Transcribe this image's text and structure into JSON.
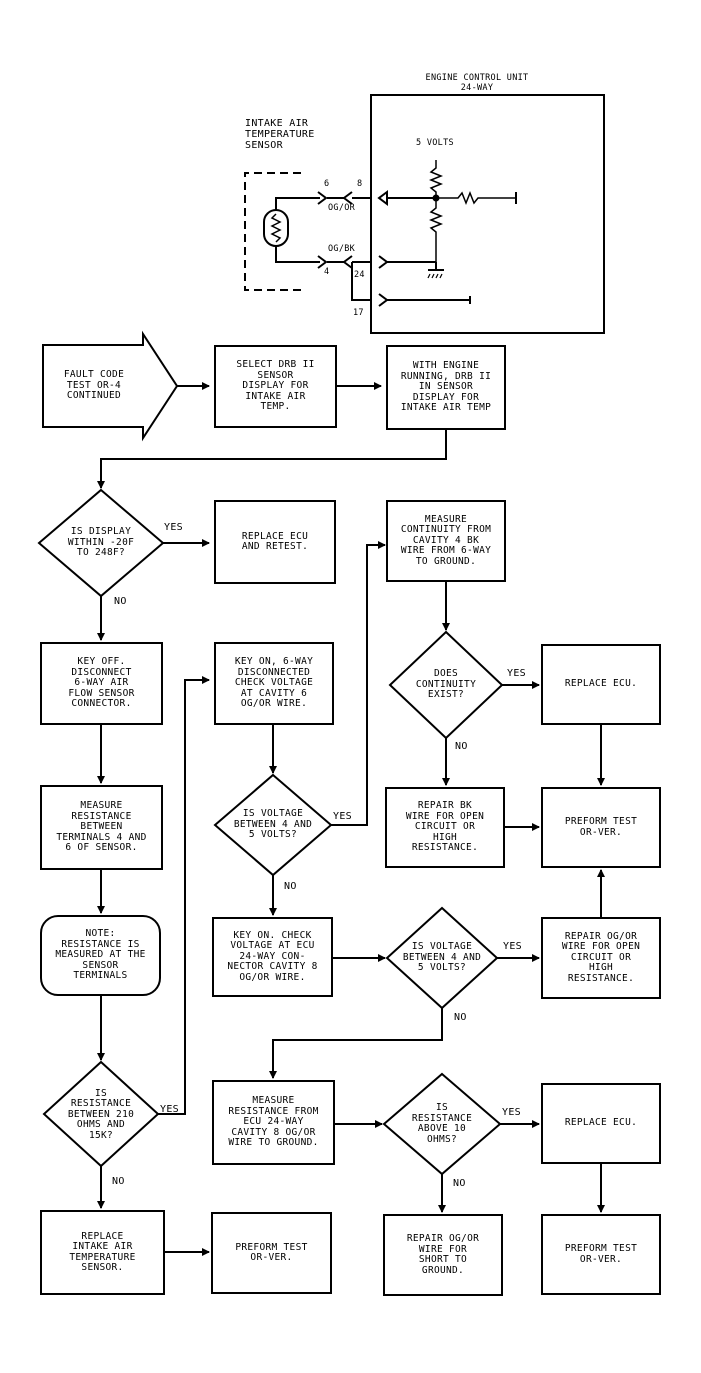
{
  "schematic": {
    "ecu_title": "ENGINE CONTROL UNIT",
    "ecu_subtitle": "24-WAY",
    "sensor_label": "INTAKE AIR\nTEMPERATURE\nSENSOR",
    "volts_label": "5 VOLTS",
    "pin_6": "6",
    "pin_4": "4",
    "pin_8": "8",
    "pin_24": "24",
    "pin_17": "17",
    "wire_og_or": "OG/OR",
    "wire_og_bk": "OG/BK"
  },
  "flow": {
    "start": "FAULT CODE\nTEST OR-4\nCONTINUED",
    "select_drb": "SELECT DRB II\nSENSOR\nDISPLAY FOR\nINTAKE AIR\nTEMP.",
    "engine_running": "WITH ENGINE\nRUNNING, DRB II\nIN SENSOR\nDISPLAY FOR\nINTAKE AIR TEMP",
    "q_display": "IS DISPLAY\nWITHIN -20F\nTO 248F?",
    "replace_retest": "REPLACE ECU\nAND RETEST.",
    "measure_continuity": "MEASURE\nCONTINUITY FROM\nCAVITY 4 BK\nWIRE FROM 6-WAY\nTO GROUND.",
    "key_off": "KEY OFF.\nDISCONNECT\n6-WAY AIR\nFLOW SENSOR\nCONNECTOR.",
    "key_on_6way": "KEY ON, 6-WAY\nDISCONNECTED\nCHECK VOLTAGE\nAT CAVITY 6\nOG/OR WIRE.",
    "q_continuity": "DOES\nCONTINUITY\nEXIST?",
    "replace_ecu_1": "REPLACE ECU.",
    "measure_resistance_terminals": "MEASURE\nRESISTANCE\nBETWEEN\nTERMINALS 4 AND\n6 OF SENSOR.",
    "q_voltage_1": "IS VOLTAGE\nBETWEEN 4 AND\n5 VOLTS?",
    "repair_bk": "REPAIR BK\nWIRE FOR OPEN\nCIRCUIT OR\nHIGH\nRESISTANCE.",
    "perform_test_1": "PREFORM TEST\nOR-VER.",
    "note": "NOTE:\nRESISTANCE IS\nMEASURED AT THE\nSENSOR\nTERMINALS",
    "key_on_check": "KEY ON. CHECK\nVOLTAGE AT ECU\n24-WAY CON-\nNECTOR CAVITY 8\nOG/OR WIRE.",
    "q_voltage_2": "IS VOLTAGE\nBETWEEN 4 AND\n5 VOLTS?",
    "repair_og_or_open": "REPAIR OG/OR\nWIRE FOR OPEN\nCIRCUIT OR\nHIGH\nRESISTANCE.",
    "q_resistance_range": "IS\nRESISTANCE\nBETWEEN 210\nOHMS AND\n15K?",
    "measure_resistance_ecu": "MEASURE\nRESISTANCE FROM\nECU 24-WAY\nCAVITY 8 OG/OR\nWIRE TO GROUND.",
    "q_resistance_above": "IS\nRESISTANCE\nABOVE 10\nOHMS?",
    "replace_ecu_2": "REPLACE ECU.",
    "replace_sensor": "REPLACE\nINTAKE AIR\nTEMPERATURE\nSENSOR.",
    "perform_test_2": "PREFORM TEST\nOR-VER.",
    "repair_og_or_short": "REPAIR OG/OR\nWIRE FOR\nSHORT TO\nGROUND.",
    "perform_test_3": "PREFORM TEST\nOR-VER."
  },
  "labels": {
    "yes": "YES",
    "no": "NO"
  }
}
